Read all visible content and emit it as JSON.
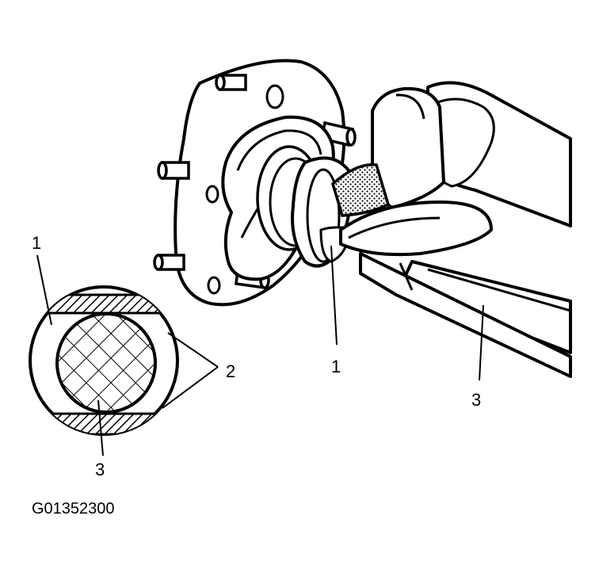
{
  "callouts": {
    "c1_inset": "1",
    "c2_inset": "2",
    "c3_inset": "3",
    "c1_main": "1",
    "c3_main": "3"
  },
  "figure_id": "G01352300",
  "colors": {
    "ink": "#000000",
    "paper": "#ffffff"
  }
}
